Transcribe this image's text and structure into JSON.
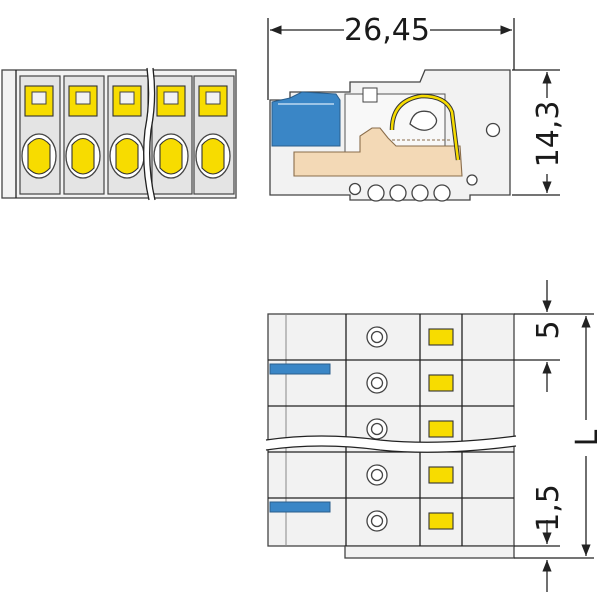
{
  "dimensions": {
    "width_label": "26,45",
    "height_label": "14,3",
    "pitch_label": "5",
    "offset_label": "1,5",
    "length_label": "L"
  },
  "colors": {
    "spring_clamp": "#f7dc00",
    "actuator": "#3a86c6",
    "contact": "#f3d9b6",
    "housing": "#f2f2f2"
  },
  "front_view_poles": 5,
  "bottom_view_rows": 5
}
